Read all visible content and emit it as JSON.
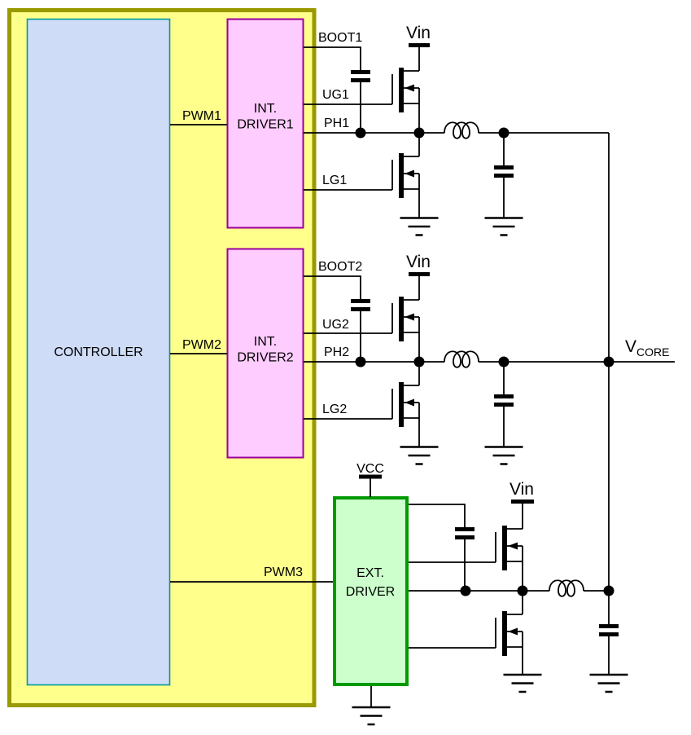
{
  "blocks": {
    "controller": "CONTROLLER",
    "driver1": [
      "INT.",
      "DRIVER1"
    ],
    "driver2": [
      "INT.",
      "DRIVER2"
    ],
    "ext_driver": [
      "EXT.",
      "DRIVER"
    ]
  },
  "pins": {
    "pwm1": "PWM1",
    "pwm2": "PWM2",
    "pwm3": "PWM3",
    "boot1": "BOOT1",
    "ug1": "UG1",
    "ph1": "PH1",
    "lg1": "LG1",
    "boot2": "BOOT2",
    "ug2": "UG2",
    "ph2": "PH2",
    "lg2": "LG2"
  },
  "rails": {
    "vin": "Vin",
    "vcc": "VCC",
    "vcore": {
      "main": "V",
      "sub": "CORE"
    }
  },
  "colors": {
    "page_bg": "#FFFFFF",
    "line_color": "#000000",
    "text_color": "#000000",
    "yellow_fill": "#FFFF8C",
    "yellow_border": "#999900",
    "controller_fill": "#CFDCF7",
    "controller_border": "#009999",
    "driver_fill": "#FFCCFF",
    "driver_border": "#990099",
    "ext_fill": "#CCFFCC",
    "ext_border": "#009900"
  }
}
